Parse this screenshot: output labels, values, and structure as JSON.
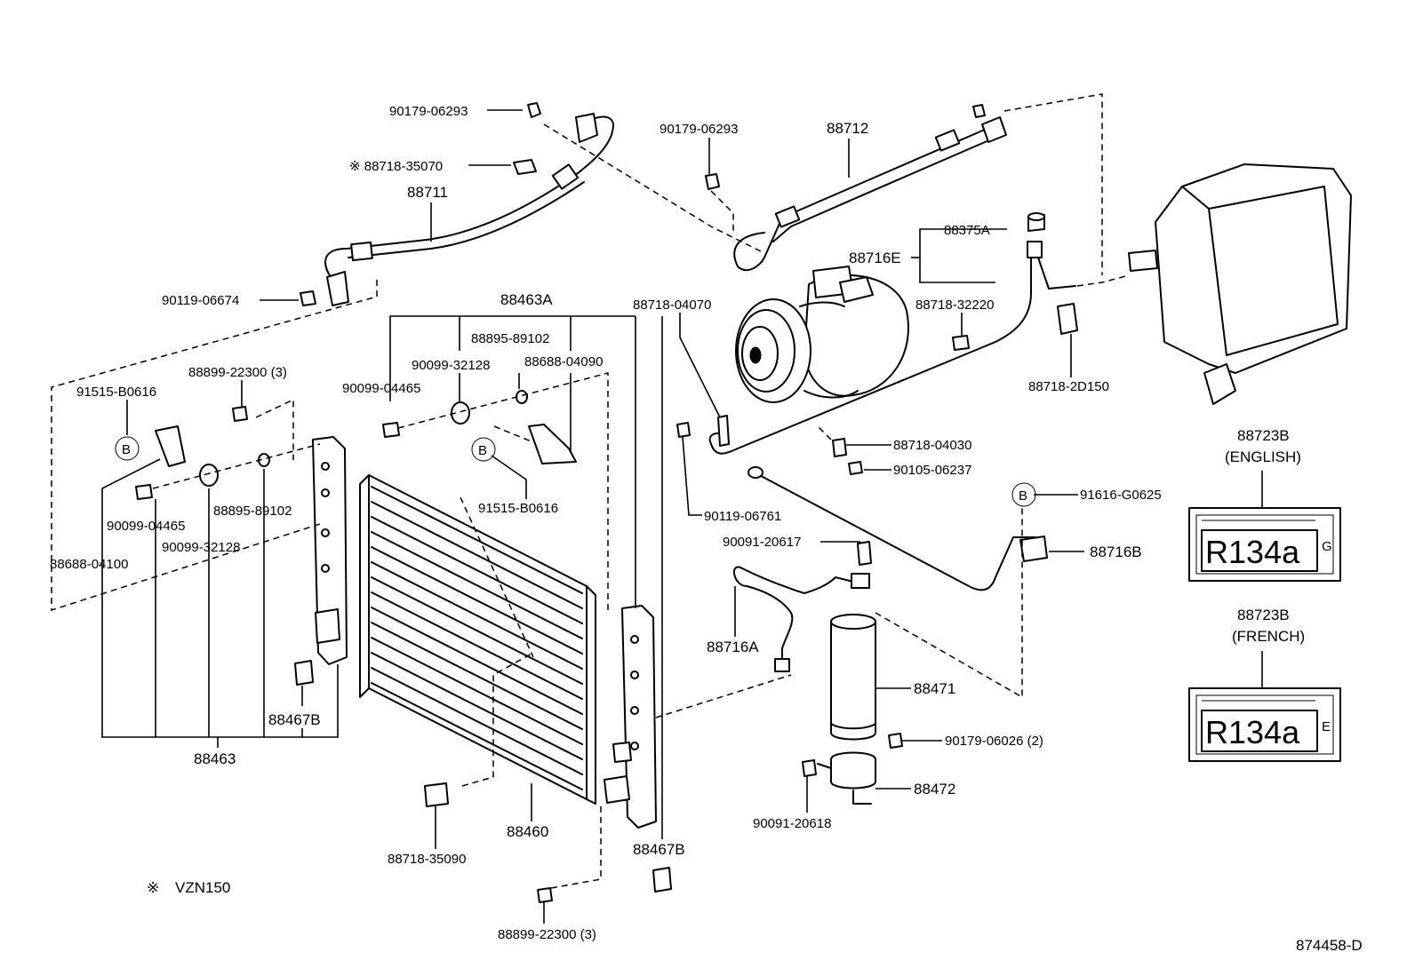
{
  "drawing_number": "874458-D",
  "footnote": {
    "symbol": "※",
    "text": "VZN150"
  },
  "circle_marker": "B",
  "labels": {
    "p90179_06293_a": "90179-06293",
    "p88718_35070": "※ 88718-35070",
    "p88711": "88711",
    "p90119_06674": "90119-06674",
    "p90179_06293_b": "90179-06293",
    "p88712": "88712",
    "p88375A": "88375A",
    "p88716E": "88716E",
    "p88718_32220": "88718-32220",
    "p88718_2D150": "88718-2D150",
    "p88463A": "88463A",
    "p88718_04070": "88718-04070",
    "p88895_89102_top": "88895-89102",
    "p90099_32128_top": "90099-32128",
    "p88688_04090": "88688-04090",
    "p90099_04465_top": "90099-04465",
    "p88899_22300_top": "88899-22300 (3)",
    "p91515_B0616_left": "91515-B0616",
    "p91515_B0616_mid": "91515-B0616",
    "p90099_04465_left": "90099-04465",
    "p88895_89102_left": "88895-89102",
    "p90099_32128_left": "90099-32128",
    "p88688_04100": "88688-04100",
    "p88467B_left": "88467B",
    "p88463": "88463",
    "p88718_04030": "88718-04030",
    "p90105_06237": "90105-06237",
    "p90119_06761": "90119-06761",
    "p91616_G0625": "91616-G0625",
    "p88716B": "88716B",
    "p90091_20617": "90091-20617",
    "p88716A": "88716A",
    "p88471": "88471",
    "p90179_06026": "90179-06026 (2)",
    "p88472": "88472",
    "p90091_20618": "90091-20618",
    "p88460": "88460",
    "p88718_35090": "88718-35090",
    "p88467B_right": "88467B",
    "p88899_22300_bottom": "88899-22300 (3)"
  },
  "label_plates": [
    {
      "part": "88723B",
      "language": "(ENGLISH)",
      "plate_text": "R134a",
      "suffix": "G"
    },
    {
      "part": "88723B",
      "language": "(FRENCH)",
      "plate_text": "R134a",
      "suffix": "E"
    }
  ]
}
